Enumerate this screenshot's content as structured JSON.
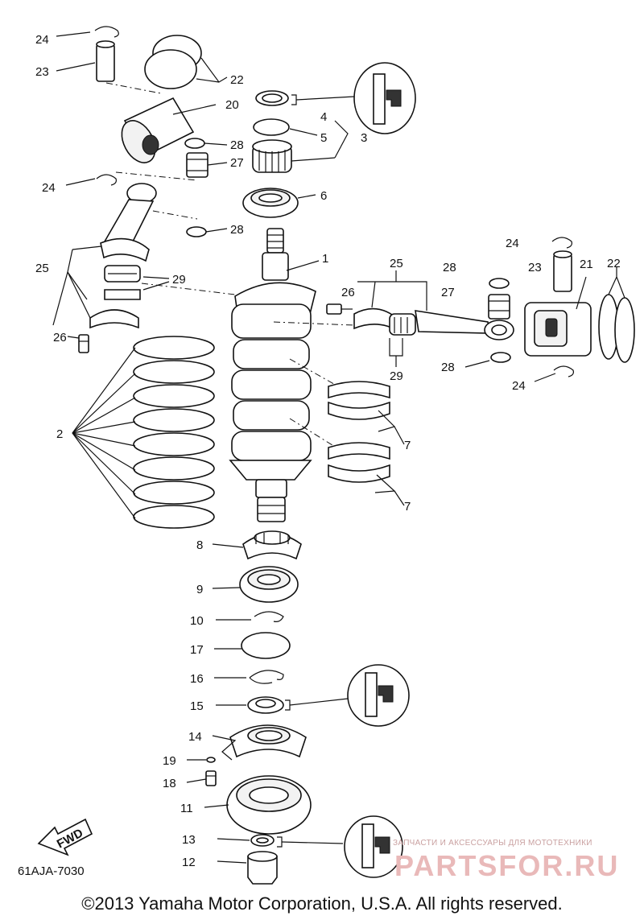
{
  "diagram": {
    "part_labels": [
      "1",
      "2",
      "3",
      "4",
      "5",
      "6",
      "7",
      "8",
      "9",
      "10",
      "11",
      "12",
      "13",
      "14",
      "15",
      "16",
      "17",
      "18",
      "19",
      "20",
      "21",
      "22",
      "23",
      "24",
      "25",
      "26",
      "27",
      "28",
      "29"
    ],
    "fwd_label": "FWD",
    "drawing_code": "61AJA-7030",
    "copyright": "©2013 Yamaha Motor Corporation, U.S.A. All rights reserved.",
    "watermark_tagline": "ЗАПЧАСТИ И АКСЕССУАРЫ ДЛЯ МОТОТЕХНИКИ",
    "watermark_brand": "PARTSFOR.RU"
  }
}
